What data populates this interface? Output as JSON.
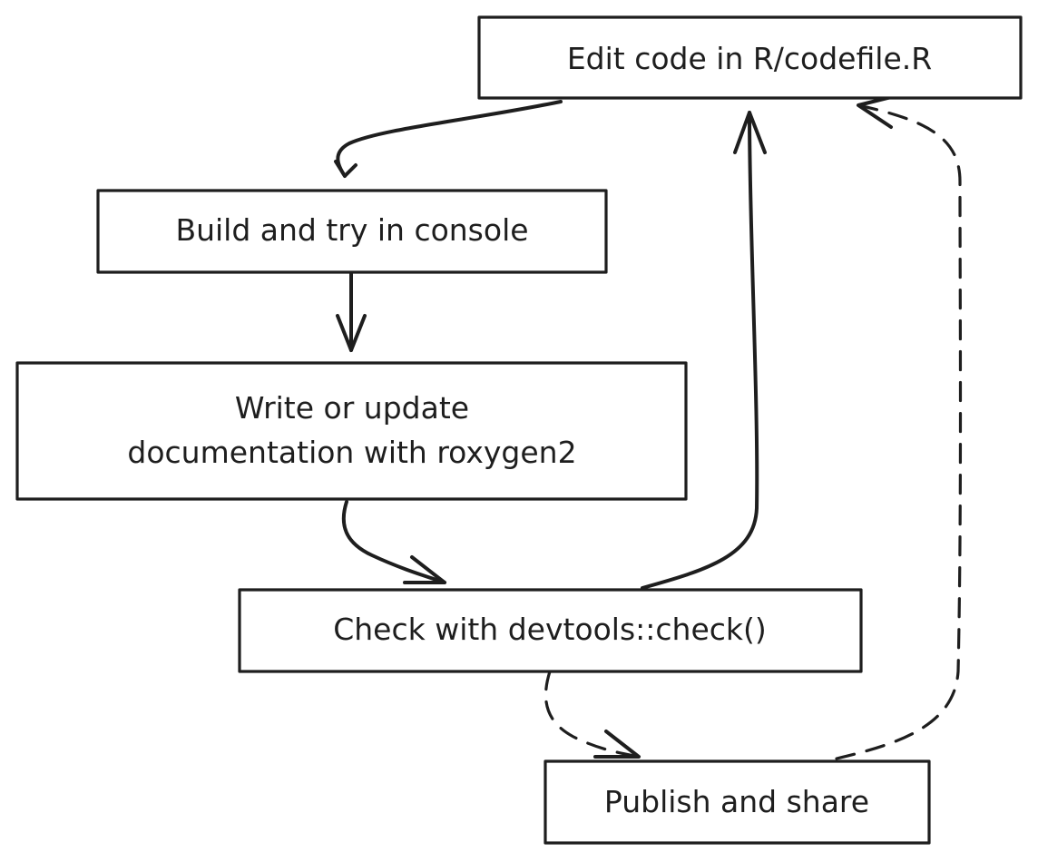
{
  "nodes": [
    {
      "id": "edit",
      "lines": [
        "Edit code in R/codefile.R"
      ]
    },
    {
      "id": "build",
      "lines": [
        "Build and try in console"
      ]
    },
    {
      "id": "document",
      "lines": [
        "Write or update",
        "documentation with roxygen2"
      ]
    },
    {
      "id": "check",
      "lines": [
        "Check with devtools::check()"
      ]
    },
    {
      "id": "publish",
      "lines": [
        "Publish and share"
      ]
    }
  ],
  "edges": [
    {
      "from": "edit",
      "to": "build",
      "style": "solid"
    },
    {
      "from": "build",
      "to": "document",
      "style": "solid"
    },
    {
      "from": "document",
      "to": "check",
      "style": "solid"
    },
    {
      "from": "check",
      "to": "edit",
      "style": "solid"
    },
    {
      "from": "check",
      "to": "publish",
      "style": "dashed"
    },
    {
      "from": "publish",
      "to": "edit",
      "style": "dashed"
    }
  ],
  "colors": {
    "ink": "#1e1e1e",
    "background": "#ffffff"
  }
}
